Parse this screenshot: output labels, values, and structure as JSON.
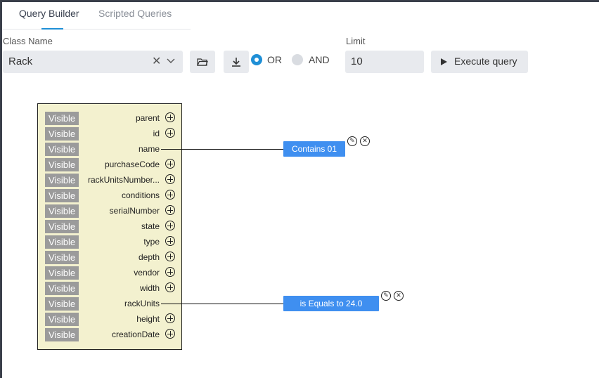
{
  "tabs": [
    {
      "label": "Query Builder",
      "active": true
    },
    {
      "label": "Scripted Queries",
      "active": false
    }
  ],
  "form": {
    "class_label": "Class Name",
    "class_value": "Rack",
    "limit_label": "Limit",
    "limit_value": "10",
    "or_label": "OR",
    "and_label": "AND",
    "selected_operator": "OR",
    "execute_label": "Execute query"
  },
  "fields": [
    {
      "visible": "Visible",
      "name": "parent"
    },
    {
      "visible": "Visible",
      "name": "id"
    },
    {
      "visible": "Visible",
      "name": "name"
    },
    {
      "visible": "Visible",
      "name": "purchaseCode"
    },
    {
      "visible": "Visible",
      "name": "rackUnitsNumber..."
    },
    {
      "visible": "Visible",
      "name": "conditions"
    },
    {
      "visible": "Visible",
      "name": "serialNumber"
    },
    {
      "visible": "Visible",
      "name": "state"
    },
    {
      "visible": "Visible",
      "name": "type"
    },
    {
      "visible": "Visible",
      "name": "depth"
    },
    {
      "visible": "Visible",
      "name": "vendor"
    },
    {
      "visible": "Visible",
      "name": "width"
    },
    {
      "visible": "Visible",
      "name": "rackUnits"
    },
    {
      "visible": "Visible",
      "name": "height"
    },
    {
      "visible": "Visible",
      "name": "creationDate"
    }
  ],
  "filters": [
    {
      "field": "name",
      "label": "Contains 01"
    },
    {
      "field": "rackUnits",
      "label": "is Equals to 24.0"
    }
  ],
  "colors": {
    "accent": "#1f8fd6",
    "filter": "#3f8ff0",
    "panel": "#f3f1cf",
    "visible_button": "#9b9b9b"
  },
  "icons": [
    "clear-icon",
    "chevron-down-icon",
    "folder-open-icon",
    "download-icon",
    "play-icon",
    "plus-circle-icon",
    "edit-icon",
    "remove-icon"
  ]
}
